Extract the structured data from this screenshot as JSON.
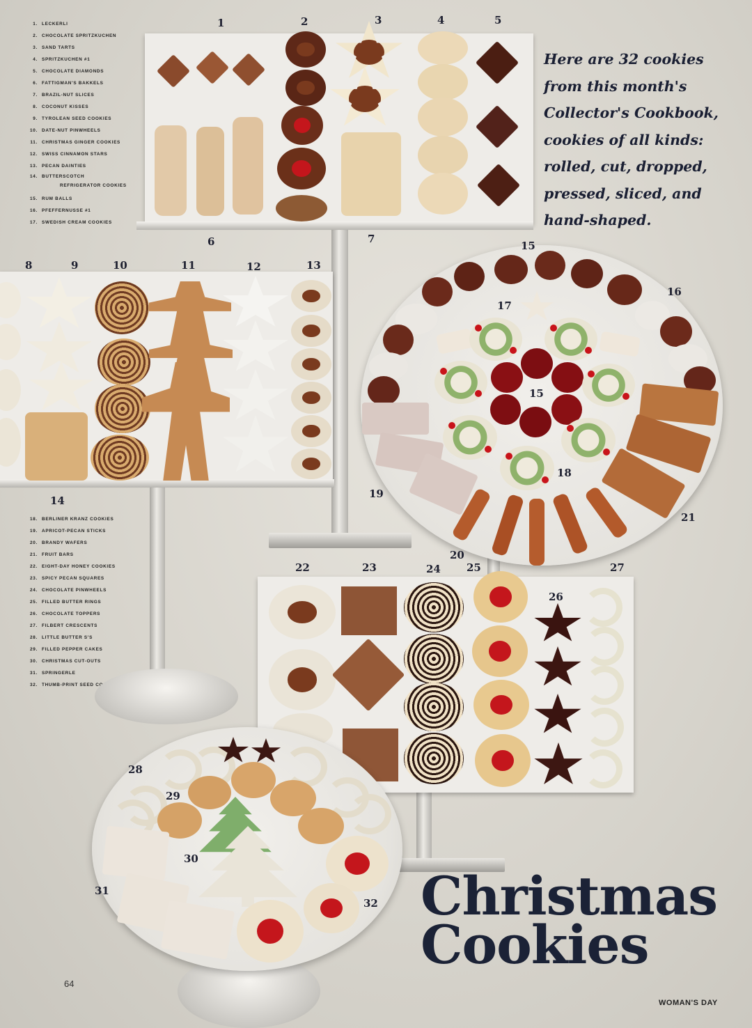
{
  "index_first": [
    {
      "num": "1.",
      "name": "LECKERLI"
    },
    {
      "num": "2.",
      "name": "CHOCOLATE SPRITZKUCHEN"
    },
    {
      "num": "3.",
      "name": "SAND TARTS"
    },
    {
      "num": "4.",
      "name": "SPRITZKUCHEN #1"
    },
    {
      "num": "5.",
      "name": "CHOCOLATE DIAMONDS"
    },
    {
      "num": "6.",
      "name": "FATTIGMAN'S BAKKELS"
    },
    {
      "num": "7.",
      "name": "BRAZIL-NUT SLICES"
    },
    {
      "num": "8.",
      "name": "COCONUT KISSES"
    },
    {
      "num": "9.",
      "name": "TYROLEAN SEED COOKIES"
    },
    {
      "num": "10.",
      "name": "DATE-NUT PINWHEELS"
    },
    {
      "num": "11.",
      "name": "CHRISTMAS GINGER COOKIES"
    },
    {
      "num": "12.",
      "name": "SWISS CINNAMON STARS"
    },
    {
      "num": "13.",
      "name": "PECAN DAINTIES"
    },
    {
      "num": "14.",
      "name": "BUTTERSCOTCH",
      "line2": "REFRIGERATOR COOKIES"
    },
    {
      "num": "15.",
      "name": "RUM BALLS"
    },
    {
      "num": "16.",
      "name": "PFEFFERNUSSE #1"
    },
    {
      "num": "17.",
      "name": "SWEDISH CREAM COOKIES"
    }
  ],
  "index_second": [
    {
      "num": "18.",
      "name": "BERLINER KRANZ COOKIES"
    },
    {
      "num": "19.",
      "name": "APRICOT-PECAN STICKS"
    },
    {
      "num": "20.",
      "name": "BRANDY WAFERS"
    },
    {
      "num": "21.",
      "name": "FRUIT BARS"
    },
    {
      "num": "22.",
      "name": "EIGHT-DAY HONEY COOKIES"
    },
    {
      "num": "23.",
      "name": "SPICY PECAN SQUARES"
    },
    {
      "num": "24.",
      "name": "CHOCOLATE PINWHEELS"
    },
    {
      "num": "25.",
      "name": "FILLED BUTTER RINGS"
    },
    {
      "num": "26.",
      "name": "CHOCOLATE TOPPERS"
    },
    {
      "num": "27.",
      "name": "FILBERT CRESCENTS"
    },
    {
      "num": "28.",
      "name": "LITTLE BUTTER S'S"
    },
    {
      "num": "29.",
      "name": "FILLED PEPPER CAKES"
    },
    {
      "num": "30.",
      "name": "CHRISTMAS CUT-OUTS"
    },
    {
      "num": "31.",
      "name": "SPRINGERLE"
    },
    {
      "num": "32.",
      "name": "THUMB-PRINT SEED COOKIES"
    }
  ],
  "blurb": "Here are 32 cookies from this month's Collector's Cookbook, cookies of all kinds: rolled, cut, dropped, pressed, sliced, and hand-shaped.",
  "title_line1": "Christmas",
  "title_line2": "Cookies",
  "page_number": "64",
  "magazine": "WOMAN'S DAY",
  "labels": {
    "n1": "1",
    "n2": "2",
    "n3": "3",
    "n4": "4",
    "n5": "5",
    "n6": "6",
    "n7": "7",
    "n8": "8",
    "n9": "9",
    "n10": "10",
    "n11": "11",
    "n12": "12",
    "n13": "13",
    "n14": "14",
    "n15a": "15",
    "n15b": "15",
    "n16": "16",
    "n17": "17",
    "n18": "18",
    "n19": "19",
    "n20": "20",
    "n21": "21",
    "n22": "22",
    "n23": "23",
    "n24": "24",
    "n25": "25",
    "n26": "26",
    "n27": "27",
    "n28": "28",
    "n29": "29",
    "n30": "30",
    "n31": "31",
    "n32": "32"
  }
}
